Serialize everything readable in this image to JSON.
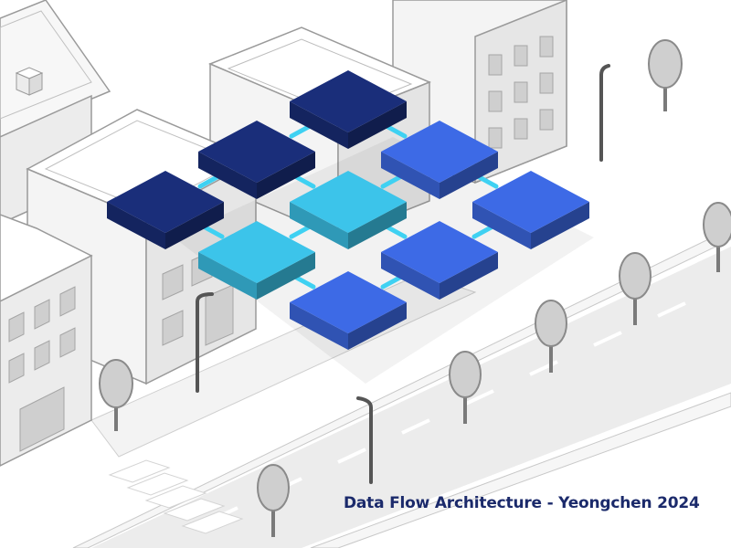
{
  "caption": {
    "text": "Data Flow Architecture - Yeongchen 2024"
  },
  "colors": {
    "caption": "#1b2a6b",
    "block_dark_navy": "#1a2e7a",
    "block_cyan": "#3cc4ea",
    "block_blue": "#3d6ae6",
    "connector": "#3fd1f2",
    "building_fill": "#f2f2f2",
    "building_line": "#9a9a9a",
    "road": "#ececec",
    "tree": "#c9c9c9",
    "lamp": "#555555"
  },
  "blocks": [
    {
      "name": "block-top",
      "tone": "dark_navy"
    },
    {
      "name": "block-upper-left",
      "tone": "dark_navy"
    },
    {
      "name": "block-left",
      "tone": "dark_navy"
    },
    {
      "name": "block-upper-right",
      "tone": "blue"
    },
    {
      "name": "block-center",
      "tone": "cyan"
    },
    {
      "name": "block-lower-left",
      "tone": "cyan"
    },
    {
      "name": "block-right",
      "tone": "blue"
    },
    {
      "name": "block-lower-right",
      "tone": "blue"
    },
    {
      "name": "block-bottom",
      "tone": "blue"
    }
  ]
}
